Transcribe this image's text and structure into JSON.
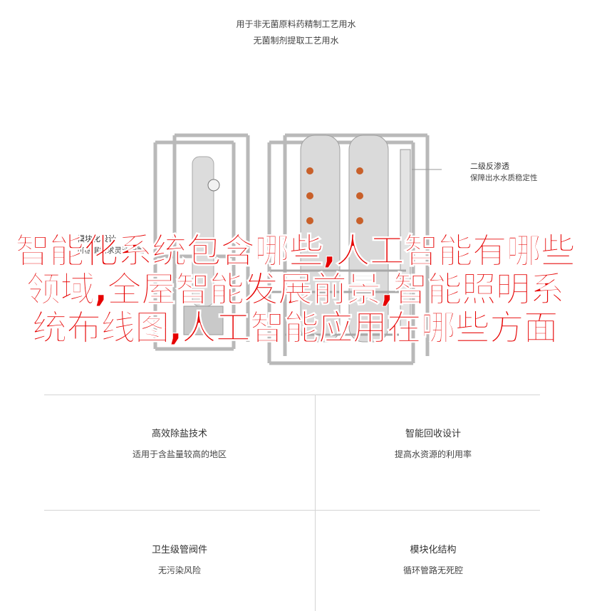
{
  "captions": {
    "line1": "用于非无菌原料药精制工艺用水",
    "line2": "无菌制剂提取工艺用水"
  },
  "callouts": {
    "right_title": "二级反渗透",
    "right_sub": "保障出水水质稳定性",
    "left_title": "模块化设计",
    "left_sub": "可根据需求灵活配置"
  },
  "headline": "智能化系统包含哪些,人工智能有哪些领域,全屋智能发展前景,智能照明系统布线图,人工智能应用在哪些方面",
  "features": [
    {
      "title": "高效除盐技术",
      "desc": "适用于含盐量较高的地区"
    },
    {
      "title": "智能回收设计",
      "desc": "提高水资源的利用率"
    },
    {
      "title": "卫生级管阀件",
      "desc": "无污染风险"
    },
    {
      "title": "模块化结构",
      "desc": "循环管路无死腔"
    }
  ],
  "colors": {
    "headline": "#e60000",
    "divider": "#d4d4d4",
    "frame": "#b9b9b9",
    "tank": "#d8d8d8",
    "valve": "#c8602a"
  }
}
